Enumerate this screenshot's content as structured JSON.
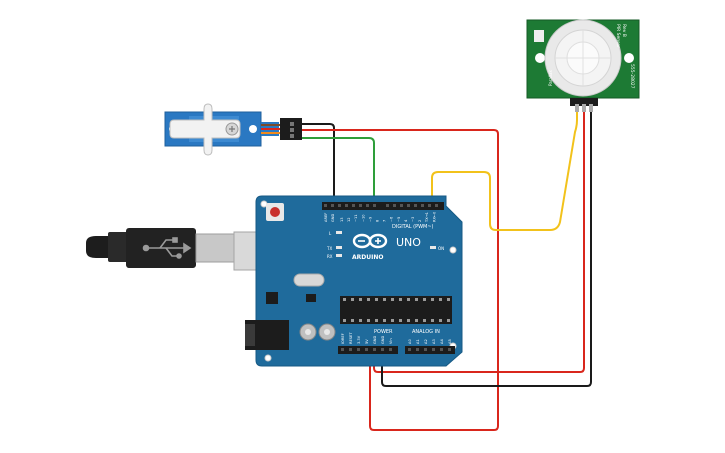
{
  "board": {
    "logo_text": "ARDUINO",
    "model": "UNO",
    "digital_label": "DIGITAL (PWM~)",
    "power_label": "POWER",
    "analog_label": "ANALOG IN",
    "on_label": "ON",
    "led_l": "L",
    "led_tx": "TX",
    "led_rx": "RX",
    "aref": "AREF",
    "gnd": "GND",
    "digital_pins": [
      "13",
      "12",
      "~11",
      "~10",
      "~9",
      "8",
      "7",
      "~6",
      "~5",
      "4",
      "~3",
      "2",
      "TX→1",
      "RX←0"
    ],
    "power_pins": [
      "IOREF",
      "RESET",
      "3.3V",
      "5V",
      "GND",
      "GND",
      "Vin"
    ],
    "analog_pins": [
      "A0",
      "A1",
      "A2",
      "A3",
      "A4",
      "A5"
    ]
  },
  "pir": {
    "title": "PIR Sensor",
    "subtitle": "Rev B",
    "side_label": "Parallax",
    "part_number": "555-28027"
  },
  "colors": {
    "board": "#1f6b9c",
    "wire_red": "#d9261c",
    "wire_black": "#1a1a1a",
    "wire_green": "#2e9e3a",
    "wire_yellow": "#f2c21b",
    "servo_blue": "#2a78c2",
    "pir_green": "#1d7a34"
  }
}
